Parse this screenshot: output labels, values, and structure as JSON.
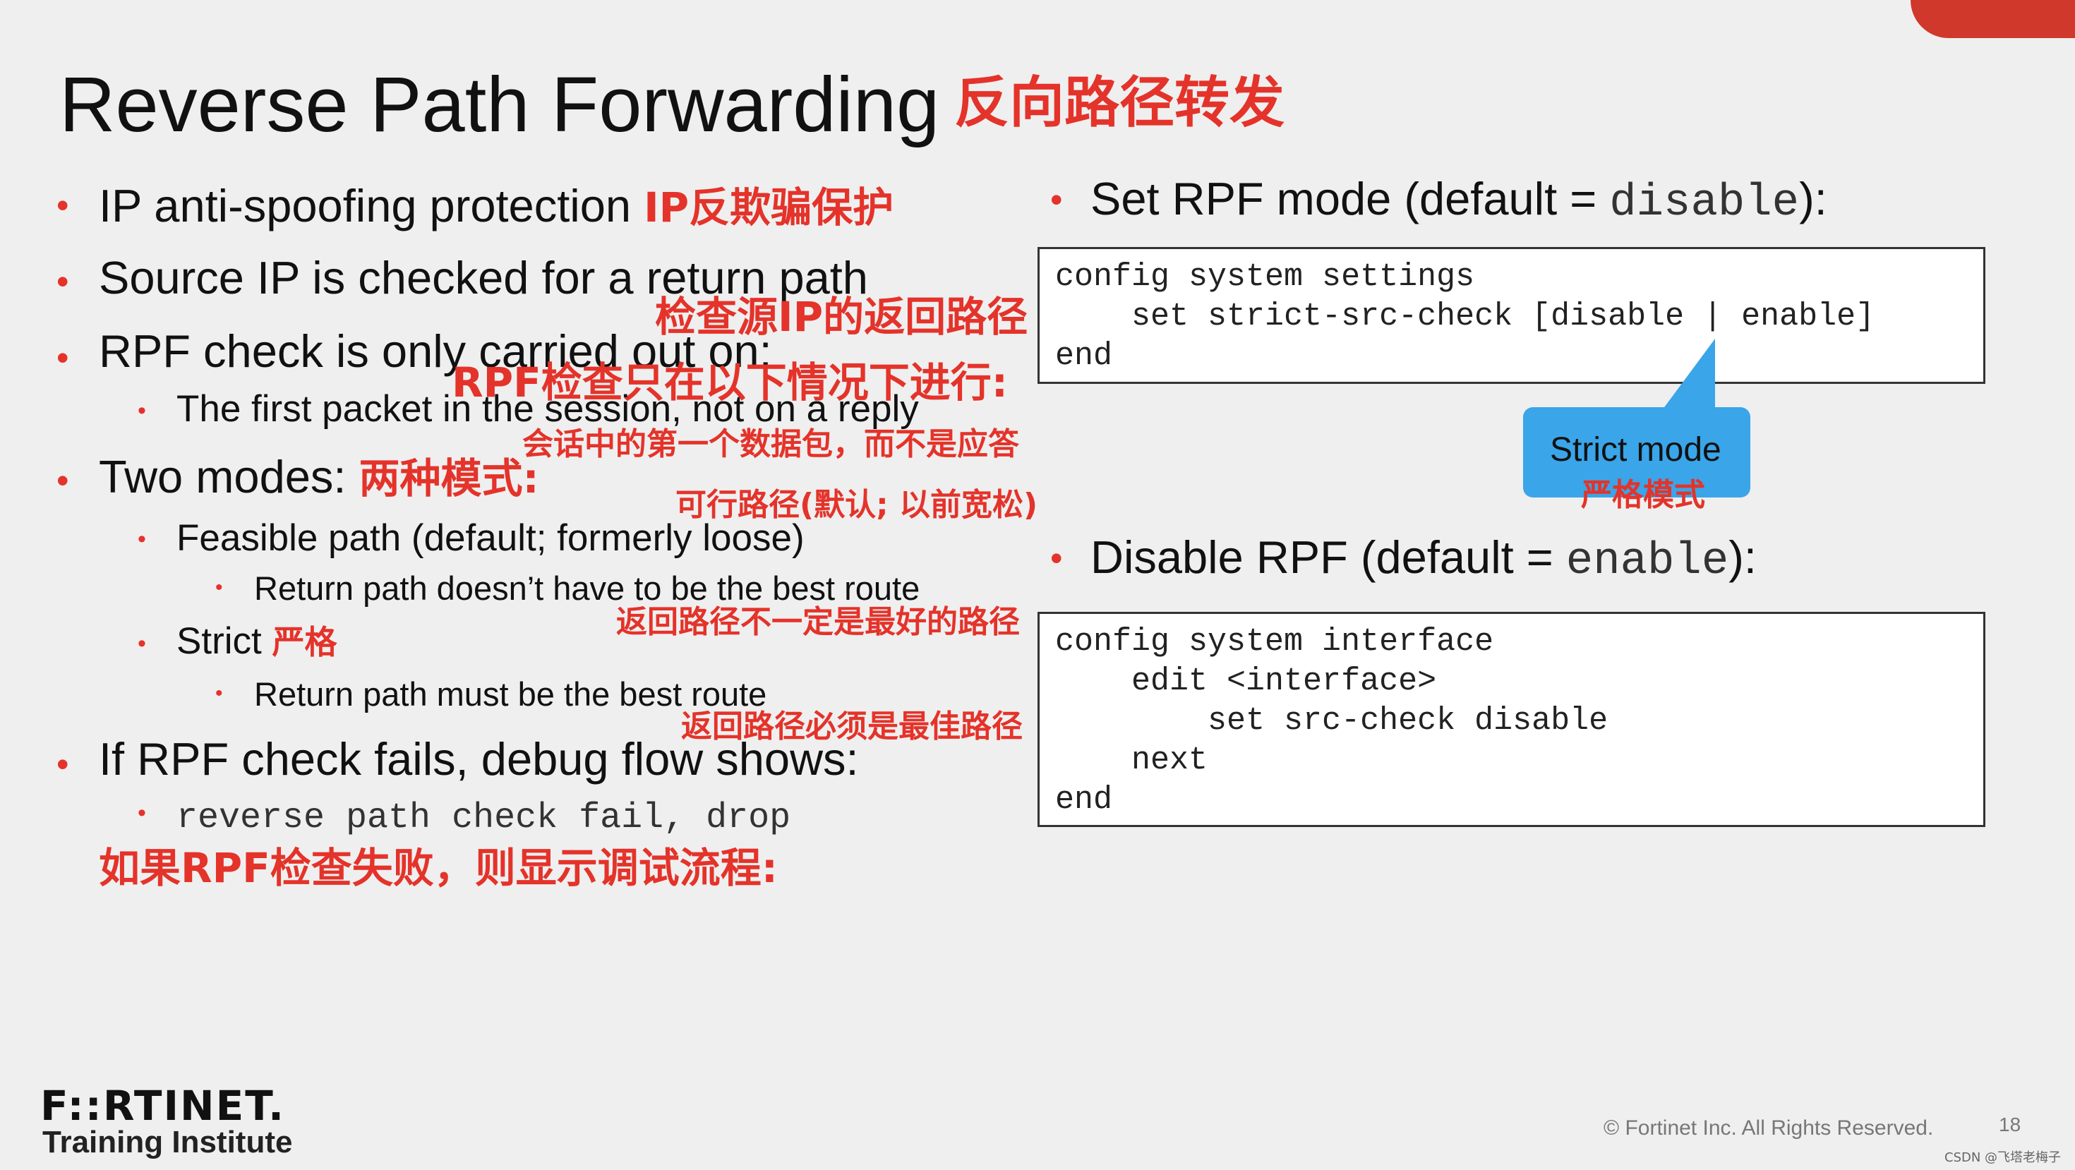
{
  "title": "Reverse Path Forwarding",
  "title_cn": "反向路径转发",
  "left": {
    "b1": {
      "text": "IP anti-spoofing protection",
      "cn": "IP反欺骗保护"
    },
    "b2": {
      "text": "Source IP is checked for a return path",
      "cn": "检查源IP的返回路径"
    },
    "b3": {
      "text": "RPF check is only carried out on:",
      "cn": "RPF检查只在以下情况下进行:"
    },
    "b3_sub": {
      "text": "The first packet in the session, not on a reply",
      "cn": "会话中的第一个数据包，而不是应答"
    },
    "b4": {
      "text": "Two modes:",
      "cn": "两种模式:"
    },
    "feasible": {
      "text": "Feasible path (default; formerly loose)",
      "cn": "可行路径(默认; 以前宽松)"
    },
    "feasible_sub": {
      "text": "Return path doesn’t have to be the best route",
      "cn": "返回路径不一定是最好的路径"
    },
    "strict": {
      "text": "Strict",
      "cn": "严格"
    },
    "strict_sub": {
      "text": "Return path must be the best route",
      "cn": "返回路径必须是最佳路径"
    },
    "b5": {
      "text": "If RPF check fails, debug flow shows:",
      "cn": "如果RPF检查失败，则显示调试流程:"
    },
    "b5_sub": {
      "text": "reverse path check fail, drop"
    }
  },
  "right": {
    "rpf_mode": {
      "prefix": "Set RPF mode (default = ",
      "code": "disable",
      "suffix": "):"
    },
    "code1": [
      "config system settings",
      "    set strict-src-check [disable | enable]",
      "end"
    ],
    "callout": {
      "text": "Strict mode",
      "cn": "严格模式"
    },
    "disable_rpf": {
      "prefix": "Disable RPF (default = ",
      "code": "enable",
      "suffix": "):"
    },
    "code2": [
      "config system interface",
      "    edit <interface>",
      "        set src-check disable",
      "    next",
      "end"
    ]
  },
  "footer": {
    "logo": "F::RTINET.",
    "logo_sub": "Training Institute",
    "copyright": "© Fortinet Inc. All Rights Reserved.",
    "page": "18",
    "watermark": "CSDN @飞塔老梅子"
  },
  "colors": {
    "accent": "#e4332a",
    "callout": "#3aa5e8",
    "background": "#efefef"
  }
}
